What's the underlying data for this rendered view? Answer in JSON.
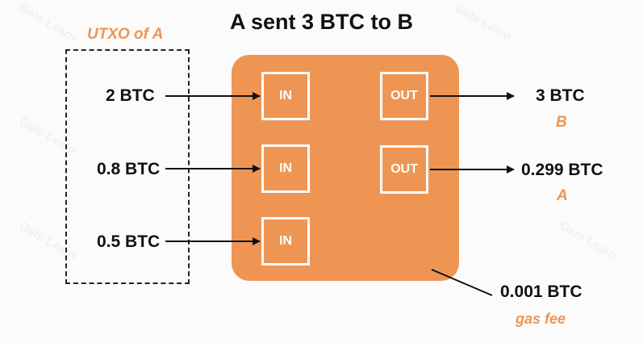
{
  "title": "A sent 3 BTC to B",
  "utxo_label": "UTXO of A",
  "inputs": [
    "2 BTC",
    "0.8 BTC",
    "0.5 BTC"
  ],
  "ports": {
    "in": "IN",
    "out": "OUT"
  },
  "outputs": [
    {
      "amount": "3 BTC",
      "owner": "B"
    },
    {
      "amount": "0.299 BTC",
      "owner": "A"
    }
  ],
  "fee": {
    "amount": "0.001 BTC",
    "label": "gas fee"
  },
  "watermark": "Gate Learn",
  "colors": {
    "accent": "#ee9554",
    "port_border": "#ffffff",
    "text": "#111111"
  }
}
